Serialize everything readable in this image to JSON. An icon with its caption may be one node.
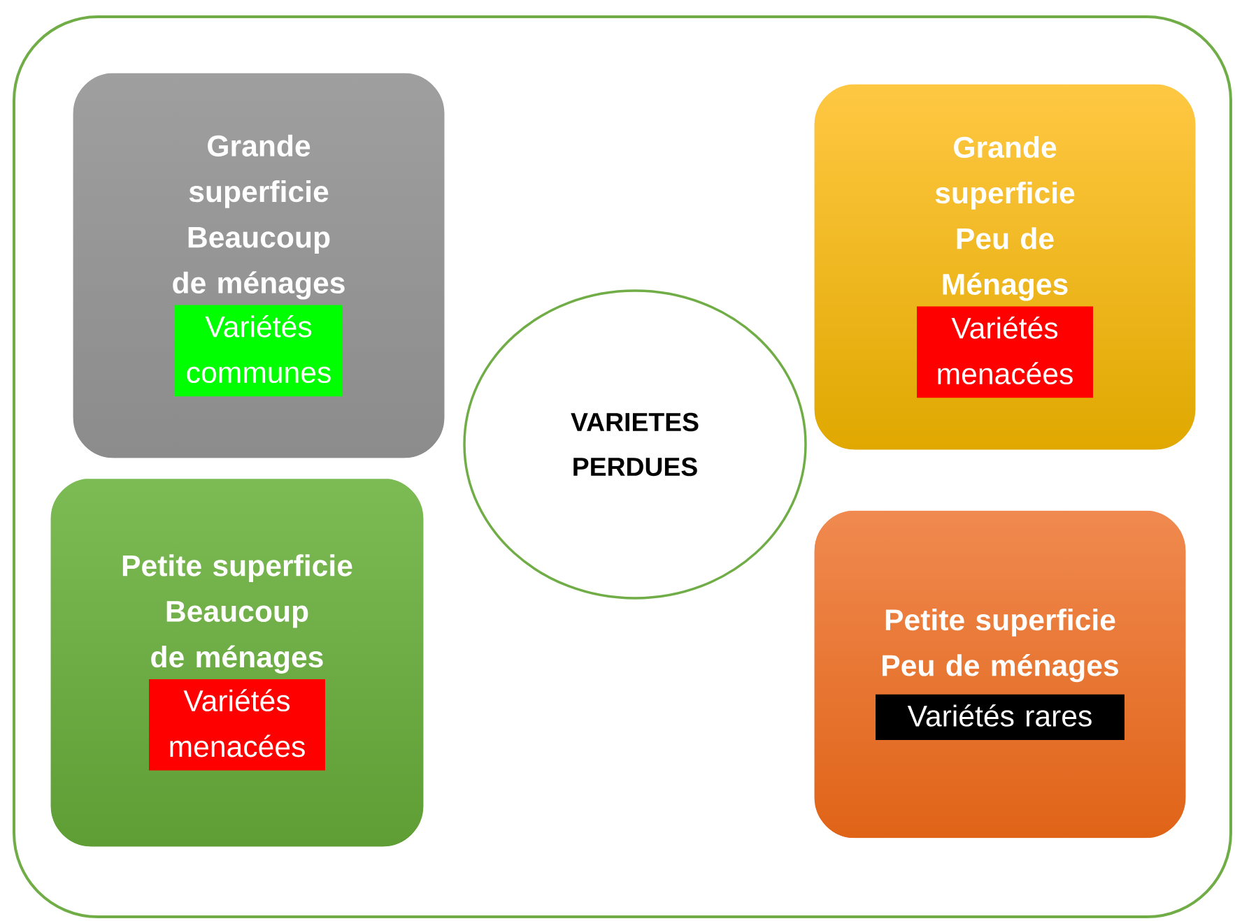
{
  "diagram": {
    "nodes": [
      {
        "text": [],
        "shape": "box"
      },
      {
        "text": [
          "Grande superficie Beaucoup de ménages",
          "Variétés communes"
        ],
        "in": 0
      },
      {
        "text": [
          "Grande superficie Peu de Ménages",
          "Variétés menacées"
        ],
        "in": 0
      },
      {
        "text": [
          "VARIETES PERDUES"
        ],
        "in": 0
      },
      {
        "text": [
          "Petite superficie Beaucoup de ménages",
          "Variétés menacées"
        ],
        "in": 0
      },
      {
        "text": [
          "Petite superficie Peu de ménages",
          "Variétés rares"
        ],
        "in": 0
      }
    ]
  }
}
